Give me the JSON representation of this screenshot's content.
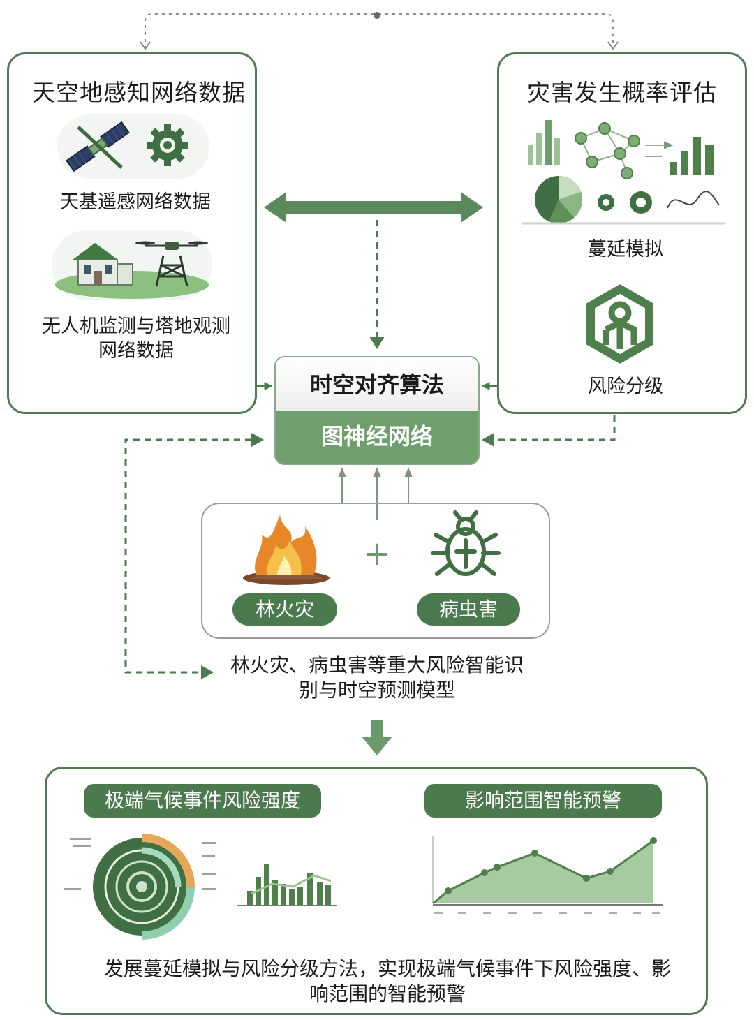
{
  "left_panel": {
    "title": "天空地感知网络数据",
    "item1_label": "天基遥感网络数据",
    "item2_label": "无人机监测与塔地观测网络数据"
  },
  "right_panel": {
    "title": "灾害发生概率评估",
    "item1_label": "蔓延模拟",
    "item2_label": "风险分级"
  },
  "center": {
    "top_label": "时空对齐算法",
    "bottom_label": "图神经网络"
  },
  "hazards": {
    "fire_label": "林火灾",
    "pest_label": "病虫害",
    "plus": "+"
  },
  "model_caption": "林火灾、病虫害等重大风险智能识别与时空预测模型",
  "bottom_panel": {
    "left_title": "极端气候事件风险强度",
    "right_title": "影响范围智能预警",
    "caption": "发展蔓延模拟与风险分级方法，实现极端气候事件下风险强度、影响范围的智能预警"
  },
  "colors": {
    "primary_green": "#4a7a4d",
    "light_green": "#8fbf8a",
    "accent_orange": "#e5a85a"
  }
}
